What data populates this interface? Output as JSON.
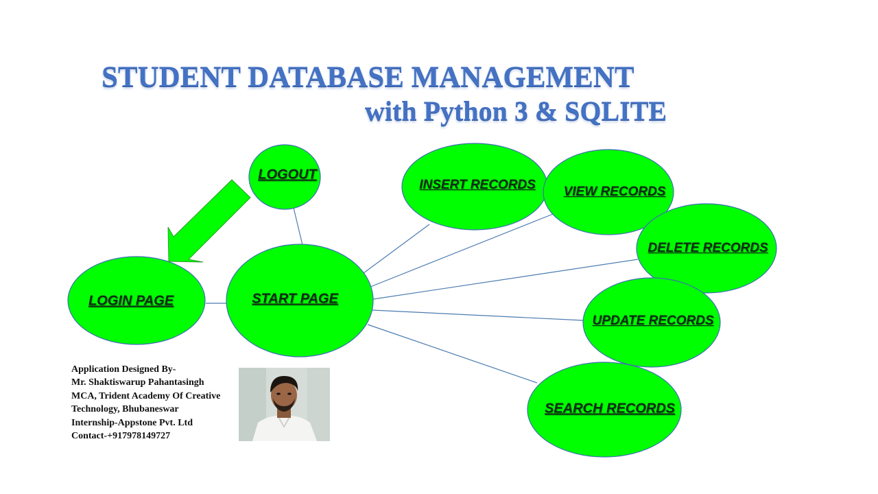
{
  "title": {
    "line1": "STUDENT DATABASE MANAGEMENT",
    "line2": "with  Python 3 & SQLITE"
  },
  "colors": {
    "title": "#4472c4",
    "node_fill": "#00ff00",
    "node_stroke": "#3d6fb5",
    "connector": "#4a7bb0",
    "arrow_fill": "#00ff00",
    "label_text": "#0d2a13"
  },
  "nodes": {
    "logout": "LOGOUT",
    "insert": "INSERT RECORDS",
    "view": "VIEW RECORDS",
    "delete": "DELETE RECORDS",
    "update": "UPDATE RECORDS",
    "search": "SEARCH RECORDS",
    "start": "START PAGE",
    "login": "LOGIN PAGE"
  },
  "credits": {
    "line1": "Application Designed By-",
    "line2": "Mr. Shaktiswarup Pahantasingh",
    "line3": "MCA, Trident Academy Of Creative",
    "line4": "Technology, Bhubaneswar",
    "line5": "Internship-Appstone Pvt. Ltd",
    "line6": "Contact-+917978149727"
  },
  "photo": {
    "icon": "designer-portrait-photo"
  }
}
